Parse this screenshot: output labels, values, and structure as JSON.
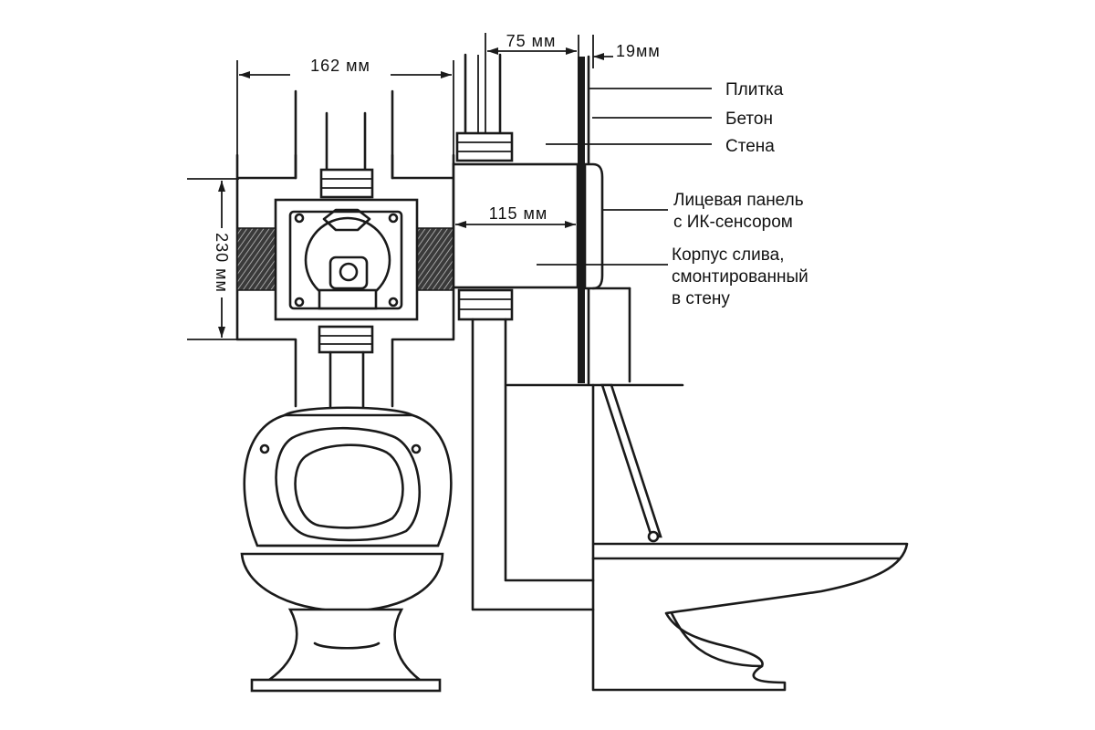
{
  "dimensions": {
    "width_top": "162 мм",
    "height_left": "230 мм",
    "pipe_to_wall": "75 мм",
    "finish_layers": "19мм",
    "box_depth": "115 мм"
  },
  "labels": {
    "tile": "Плитка",
    "concrete": "Бетон",
    "wall": "Стена",
    "front_panel_1": "Лицевая панель",
    "front_panel_2": "с ИК-сенсором",
    "housing_1": "Корпус слива,",
    "housing_2": "смонтированный",
    "housing_3": "в стену"
  }
}
